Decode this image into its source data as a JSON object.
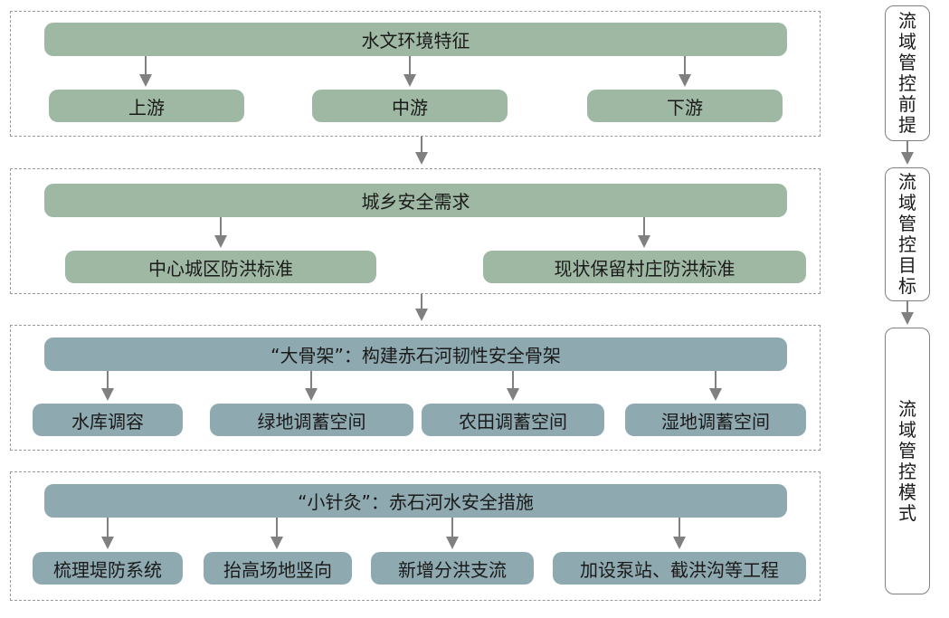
{
  "section1": {
    "header": "水文环境特征",
    "items": [
      "上游",
      "中游",
      "下游"
    ]
  },
  "section2": {
    "header": "城乡安全需求",
    "items": [
      "中心城区防洪标准",
      "现状保留村庄防洪标准"
    ]
  },
  "section3": {
    "header": "“大骨架”：构建赤石河韧性安全骨架",
    "items": [
      "水库调容",
      "绿地调蓄空间",
      "农田调蓄空间",
      "湿地调蓄空间"
    ]
  },
  "section4": {
    "header": "“小针灸”：赤石河水安全措施",
    "items": [
      "梳理堤防系统",
      "抬高场地竖向",
      "新增分洪支流",
      "加设泵站、截洪沟等工程"
    ]
  },
  "sidebar": {
    "items": [
      "流域管控前提",
      "流域管控目标",
      "流域管控模式"
    ]
  },
  "colors": {
    "green_box": "#9fb8a4",
    "blue_box": "#8fa9b0",
    "arrow": "#808080",
    "dashed_border": "#9a9a9a"
  }
}
